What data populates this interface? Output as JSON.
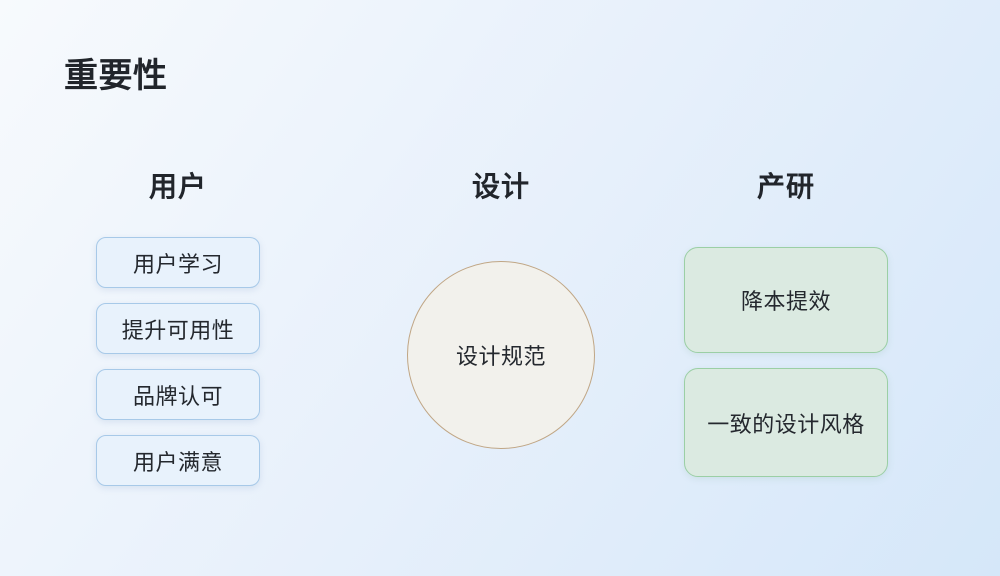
{
  "page": {
    "title": "重要性"
  },
  "columns": [
    {
      "header": "用户",
      "items": [
        "用户学习",
        "提升可用性",
        "品牌认可",
        "用户满意"
      ]
    },
    {
      "header": "设计",
      "circle_label": "设计规范"
    },
    {
      "header": "产研",
      "items": [
        "降本提效",
        "一致的设计风格"
      ]
    }
  ],
  "colors": {
    "bg-start": "#f7fafd",
    "bg-mid": "#e7f0fb",
    "bg-end": "#d5e7f9",
    "ink": "#21252b",
    "ink-soft": "#24282e",
    "blue-fill": "#e8f2fc",
    "blue-border": "#a7c9e8",
    "circle-fill": "#f2f1ec",
    "circle-border": "#c0a685",
    "green-fill": "#dbeae1",
    "green-border": "#9bcfa5"
  }
}
